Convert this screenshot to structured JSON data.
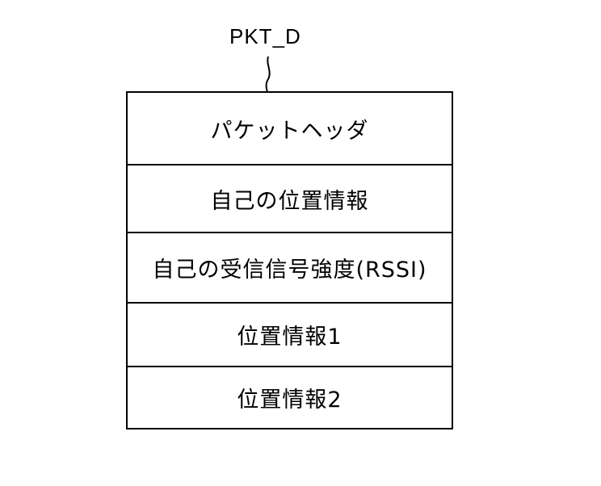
{
  "diagram": {
    "label": "PKT_D",
    "fields": [
      "パケットヘッダ",
      "自己の位置情報",
      "自己の受信信号強度(RSSI)",
      "位置情報1",
      "位置情報2"
    ]
  }
}
